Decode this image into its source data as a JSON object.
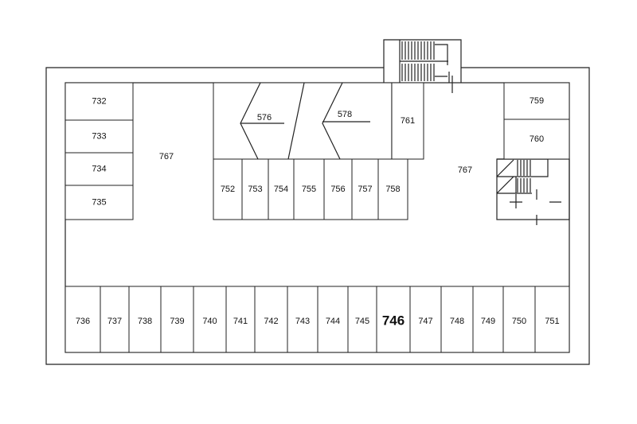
{
  "plan": {
    "highlight_color": "#e0202a",
    "highlighted_room": "746",
    "left_rooms": [
      "732",
      "733",
      "734",
      "735"
    ],
    "hall_left": "767",
    "hall_right": "767",
    "ramps": [
      "576",
      "578"
    ],
    "middle_top": "761",
    "middle_row": [
      "752",
      "753",
      "754",
      "755",
      "756",
      "757",
      "758"
    ],
    "right_rooms": [
      "759",
      "760"
    ],
    "bottom_row": [
      "736",
      "737",
      "738",
      "739",
      "740",
      "741",
      "742",
      "743",
      "744",
      "745",
      "746",
      "747",
      "748",
      "749",
      "750",
      "751"
    ]
  }
}
